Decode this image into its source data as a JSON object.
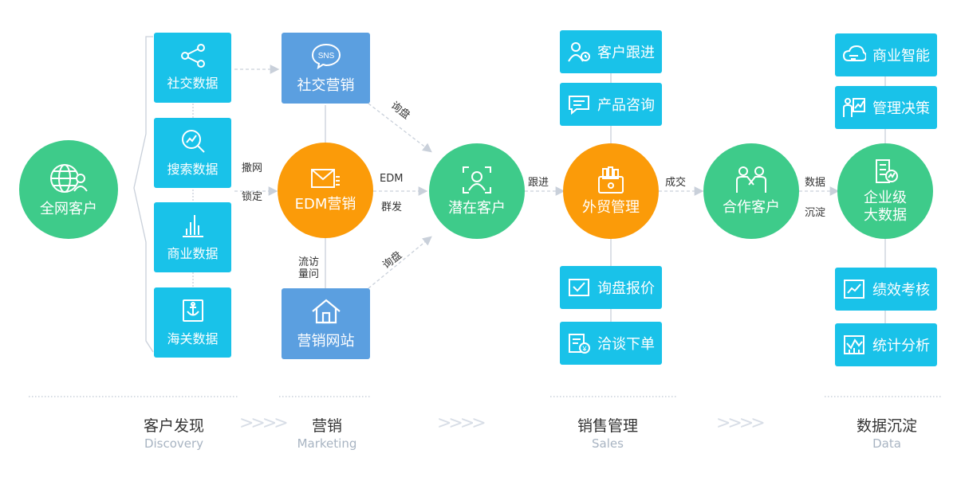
{
  "nodes": {
    "all_customers": "全网客户",
    "edm_marketing": "EDM营销",
    "potential_customers": "潜在客户",
    "trade_management": "外贸管理",
    "partner_customers": "合作客户",
    "big_data_line1": "企业级",
    "big_data_line2": "大数据"
  },
  "tiles": {
    "social_data": "社交数据",
    "search_data": "搜索数据",
    "business_data": "商业数据",
    "customs_data": "海关数据",
    "social_marketing": "社交营销",
    "marketing_site": "营销网站",
    "customer_followup": "客户跟进",
    "product_inquiry": "产品咨询",
    "inquiry_quote": "询盘报价",
    "negotiate_order": "洽谈下单",
    "business_intelligence": "商业智能",
    "management_decision": "管理决策",
    "performance_review": "绩效考核",
    "statistical_analysis": "统计分析"
  },
  "labels": {
    "cast_net": "撒网",
    "lock": "锁定",
    "inquiry_top": "询盘",
    "inquiry_bottom": "询盘",
    "edm": "EDM",
    "mass_send": "群发",
    "visit_1": "流访",
    "visit_2": "量问",
    "follow": "跟进",
    "deal": "成交",
    "data": "数据",
    "settle": "沉淀"
  },
  "stages": [
    {
      "cn": "客户发现",
      "en": "Discovery"
    },
    {
      "cn": "营销",
      "en": "Marketing"
    },
    {
      "cn": "销售管理",
      "en": "Sales"
    },
    {
      "cn": "数据沉淀",
      "en": "Data"
    }
  ],
  "chevrons": ">>>>",
  "icons": {
    "globe": "globe-users-icon",
    "share": "share-nodes-icon",
    "search": "search-chart-icon",
    "bars": "bar-chart-icon",
    "anchor": "anchor-book-icon",
    "sns": "sns-bubble-icon",
    "mail": "mail-icon",
    "home": "home-icon",
    "user_scan": "user-scan-icon",
    "chat": "chat-icon",
    "user_clock": "user-clock-icon",
    "bag": "shopping-bag-icon",
    "handshake": "handshake-icon",
    "cloud": "cloud-icon",
    "building": "building-chart-icon",
    "growth": "growth-chart-icon",
    "checklist": "checklist-icon",
    "bill": "bill-icon",
    "line_chart": "line-chart-icon",
    "stats": "stats-icon"
  },
  "colors": {
    "green": "#3ecb8a",
    "orange": "#fb9b09",
    "cyan": "#19c2e9",
    "blue": "#5b9fe0",
    "arrow": "#c9d0da"
  }
}
